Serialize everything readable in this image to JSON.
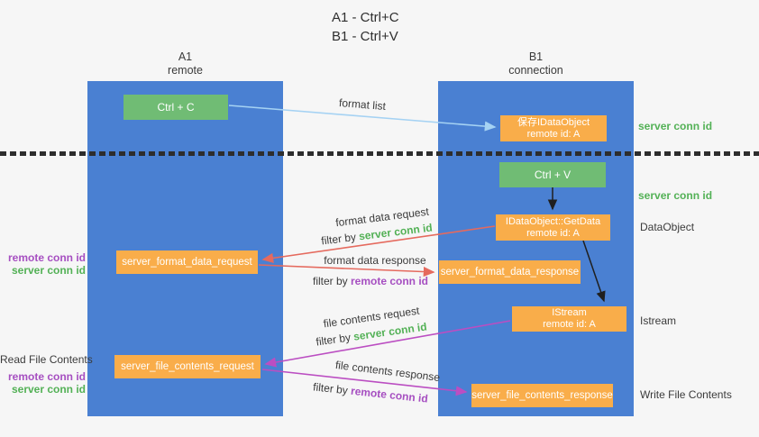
{
  "title": {
    "line1": "A1 - Ctrl+C",
    "line2": "B1 - Ctrl+V"
  },
  "columns": {
    "a": {
      "id": "A1",
      "role": "remote"
    },
    "b": {
      "id": "B1",
      "role": "connection"
    }
  },
  "nodes": {
    "ctrl_c": "Ctrl + C",
    "ctrl_v": "Ctrl + V",
    "save_dataobject": {
      "line1": "保存IDataObject",
      "line2": "remote id: A"
    },
    "getdata": {
      "line1": "IDataObject::GetData",
      "line2": "remote id: A"
    },
    "istream": {
      "line1": "IStream",
      "line2": "remote id: A"
    },
    "format_request": "server_format_data_request",
    "format_response": "server_format_data_response",
    "file_request": "server_file_contents_request",
    "file_response": "server_file_contents_response"
  },
  "arrow_labels": {
    "format_list": "format list",
    "format_data_request": "format data request",
    "format_data_response": "format data response",
    "file_contents_request": "file contents request",
    "file_contents_response": "file contents response",
    "filter_by": "filter by ",
    "server_conn_id": "server conn id",
    "remote_conn_id": "remote conn id"
  },
  "side_labels": {
    "server_conn_id": "server conn id",
    "remote_conn_id": "remote conn id",
    "dataobject": "DataObject",
    "istream": "Istream",
    "read_file_contents": "Read File Contents",
    "write_file_contents": "Write File Contents"
  },
  "colors": {
    "background": "#f6f6f6",
    "blue_column": "#4a80d2",
    "green_box": "#70bc74",
    "orange_box": "#f9ad4a",
    "green_text": "#53b156",
    "purple_text": "#a64fc1",
    "red_arrow": "#e56a5e",
    "magenta_arrow": "#bb4ec2",
    "light_blue_arrow": "#a5d2f3",
    "black_arrow": "#1f1f1f",
    "text_dark": "#3b3b3b"
  }
}
